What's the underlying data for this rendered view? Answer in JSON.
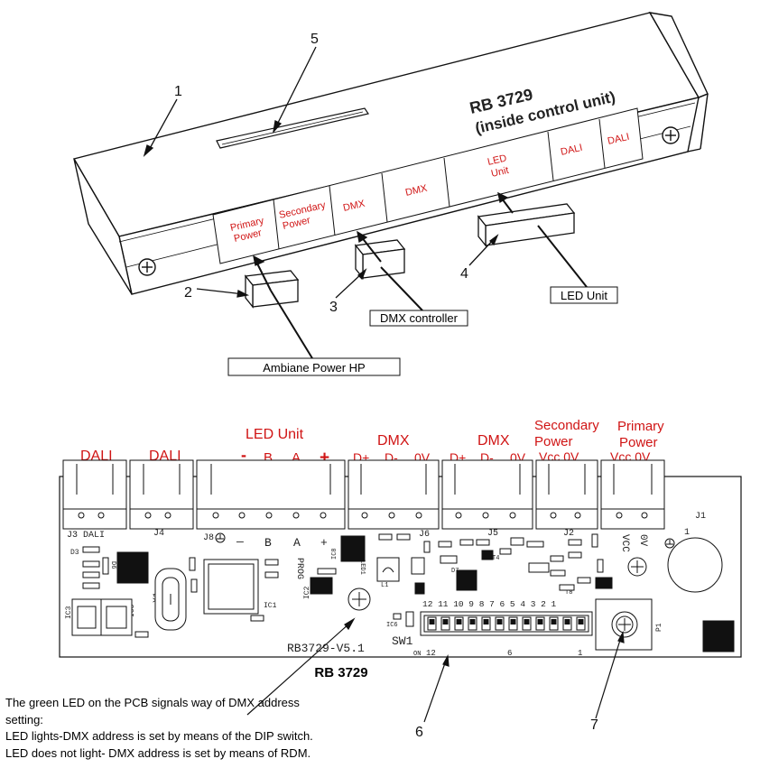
{
  "callouts": {
    "n1": "1",
    "n2": "2",
    "n3": "3",
    "n4": "4",
    "n5": "5",
    "n6": "6",
    "n7": "7"
  },
  "housing": {
    "model": "RB 3729",
    "subtitle": "(inside control unit)",
    "port_primary_1": "Primary",
    "port_primary_2": "Power",
    "port_secondary_1": "Secondary",
    "port_secondary_2": "Power",
    "port_dmx_1": "DMX",
    "port_dmx_2": "DMX",
    "port_led_1": "LED",
    "port_led_2": "Unit",
    "port_dali_1": "DALI",
    "port_dali_2": "DALI"
  },
  "devices": {
    "ambiane": "Ambiane Power HP",
    "dmx_controller": "DMX controller",
    "led_unit": "LED Unit"
  },
  "pcb": {
    "top_labels": {
      "dali_1": "DALI",
      "dali_2": "DALI",
      "led_unit": "LED Unit",
      "led_minus": "-",
      "led_b": "B",
      "led_a": "A",
      "led_plus": "+",
      "dmx1": "DMX",
      "dmx1_dplus": "D+",
      "dmx1_dminus": "D-",
      "dmx1_0v": "0V",
      "dmx2": "DMX",
      "dmx2_dplus": "D+",
      "dmx2_dminus": "D-",
      "dmx2_0v": "0V",
      "secondary_1": "Secondary",
      "secondary_2": "Power",
      "secondary_pins": "Vcc 0V",
      "primary_1": "Primary",
      "primary_2": "Power",
      "primary_pins": "Vcc 0V"
    },
    "silkscreen": {
      "j3": "J3",
      "dali": "DALI",
      "j4": "J4",
      "j8": "J8",
      "j5": "J5",
      "j6": "J6",
      "j2": "J2",
      "j1": "J1",
      "minus": "—",
      "b": "B",
      "a": "A",
      "plus": "+",
      "prog": "PROG",
      "vcc": "VCC",
      "ov": "0V",
      "one": "1",
      "board_name": "RB3729-V5.1",
      "sw1": "SW1",
      "dip_numbers": "12 11 10 9 8 7 6 5 4 3 2 1",
      "on": "ON",
      "dip_12": "12",
      "dip_6": "6",
      "dip_1": "1",
      "x1": "X1",
      "ic1": "IC1",
      "ic2": "IC2",
      "ic3": "IC3",
      "ic5": "IC5",
      "ic6": "IC6",
      "ic8": "IC8",
      "d3": "D3",
      "d6": "D6",
      "d7": "D7",
      "led1": "LED1",
      "l1": "L1",
      "p1": "P1",
      "t4": "T4",
      "t8": "T8"
    },
    "model": "RB 3729"
  },
  "caption": {
    "line1": "The green LED on the  PCB signals way of DMX address",
    "line2": "setting:",
    "line3": "LED lights-DMX address is set by means of the DIP switch.",
    "line4": "LED does not light- DMX address is set by means of RDM."
  }
}
